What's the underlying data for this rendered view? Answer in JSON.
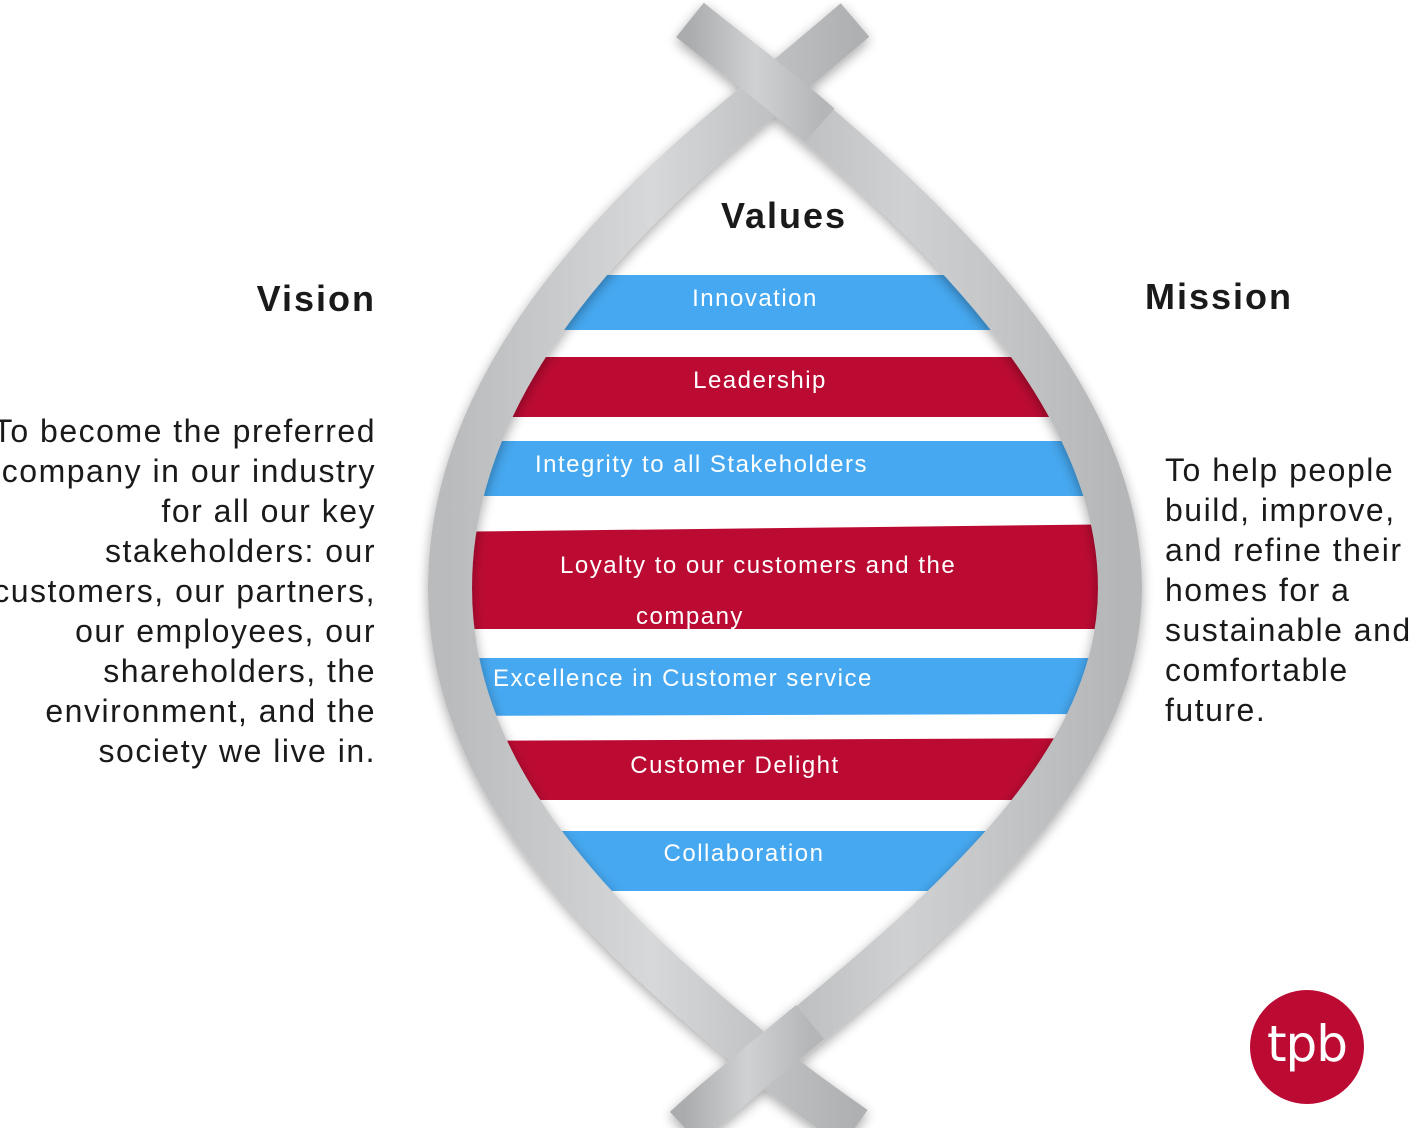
{
  "values": {
    "heading": "Values",
    "items": [
      {
        "label": "Innovation",
        "color": "#46a8f0"
      },
      {
        "label": "Leadership",
        "color": "#bc0b33"
      },
      {
        "label": "Integrity to all Stakeholders",
        "color": "#46a8f0"
      },
      {
        "label": "Loyalty to our customers and the",
        "label_line2": "company",
        "color": "#bc0b33"
      },
      {
        "label": "Excellence in Customer service",
        "color": "#46a8f0"
      },
      {
        "label": "Customer Delight",
        "color": "#bc0b33"
      },
      {
        "label": "Collaboration",
        "color": "#46a8f0"
      }
    ]
  },
  "vision": {
    "heading": "Vision",
    "text": "To become the preferred company in our industry for all our key stakeholders: our customers, our partners, our employees, our shareholders, the environment, and the society we live in."
  },
  "mission": {
    "heading": "Mission",
    "text": "To help people build, improve, and refine their homes for a sustainable and comfortable future."
  },
  "logo": {
    "text": "tpb",
    "color": "#bc0b33"
  },
  "colors": {
    "helix": "#c8cacc",
    "blue_band": "#46a8f0",
    "red_band": "#bc0b33"
  }
}
